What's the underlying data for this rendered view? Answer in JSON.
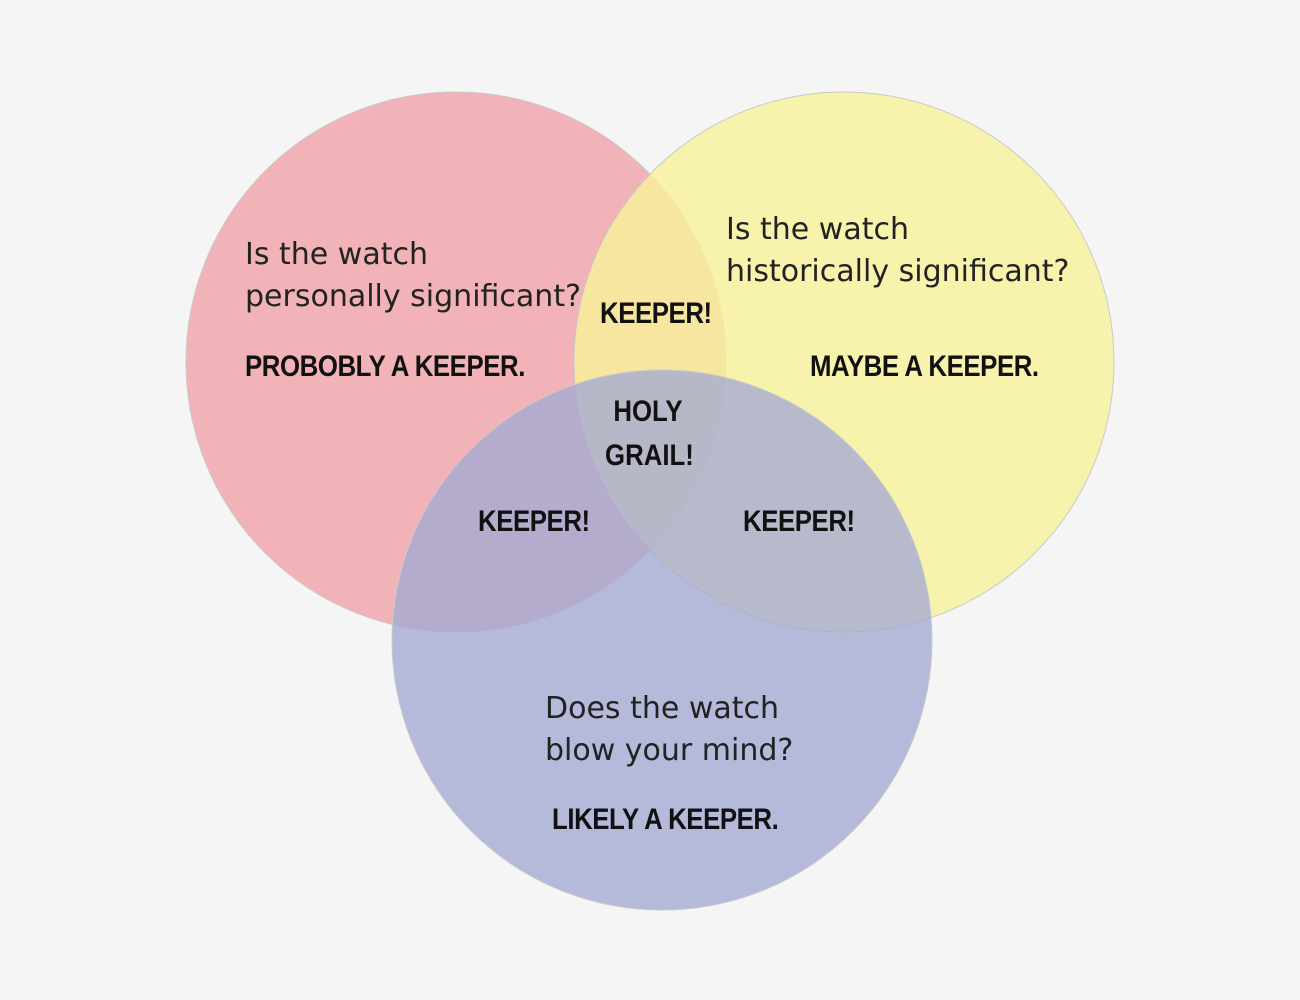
{
  "circles": [
    {
      "question_line1": "Is the watch",
      "question_line2": "personally significant?",
      "verdict": "PROBOBLY A KEEPER.",
      "color": "#f0a6ad"
    },
    {
      "question_line1": "Is the watch",
      "question_line2": "historically significant?",
      "verdict": "MAYBE A KEEPER.",
      "color": "#f7f29a"
    },
    {
      "question_line1": "Does the watch",
      "question_line2": "blow your mind?",
      "verdict": "LIKELY A KEEPER.",
      "color": "#a4a9d2"
    }
  ],
  "overlaps": {
    "red_yellow": "KEEPER!",
    "red_blue": "KEEPER!",
    "yellow_blue": "KEEPER!",
    "center_line1": "HOLY",
    "center_line2": "GRAIL!"
  }
}
